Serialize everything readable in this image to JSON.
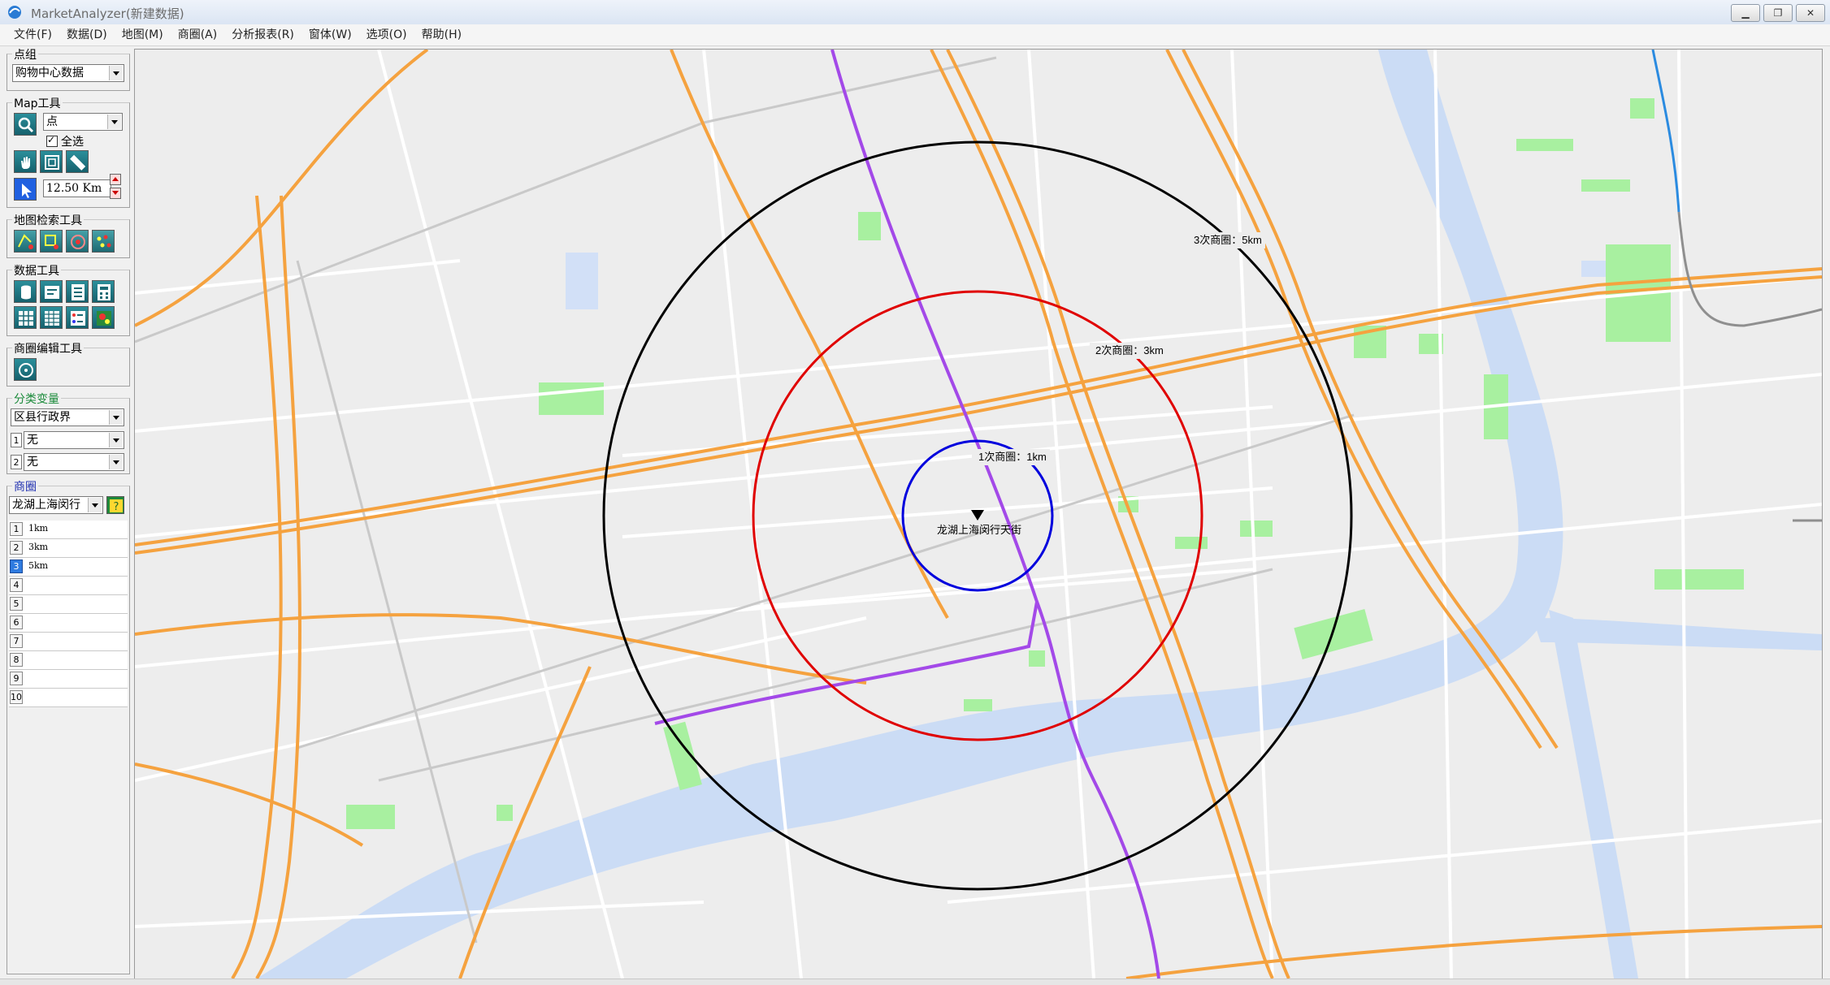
{
  "window": {
    "title": "MarketAnalyzer(新建数据)"
  },
  "menu": [
    "文件(F)",
    "数据(D)",
    "地图(M)",
    "商圈(A)",
    "分析报表(R)",
    "窗体(W)",
    "选项(O)",
    "帮助(H)"
  ],
  "panel": {
    "point_group": {
      "title": "点组",
      "selected": "购物中心数据"
    },
    "map_tools": {
      "title": "Map工具",
      "layer_selected": "点",
      "select_all_label": "全选",
      "select_all_checked": true,
      "scale_value": "12.50 Km"
    },
    "map_search_tools": {
      "title": "地图检索工具"
    },
    "data_tools": {
      "title": "数据工具"
    },
    "trade_area_edit_tools": {
      "title": "商圈编辑工具"
    },
    "category_var": {
      "title": "分类变量",
      "selected": "区县行政界",
      "var1_index": "1",
      "var1": "无",
      "var2_index": "2",
      "var2": "无"
    },
    "trade_area": {
      "title": "商圈",
      "selected": "龙湖上海闵行",
      "rings": [
        {
          "index": "1",
          "value": "1km"
        },
        {
          "index": "2",
          "value": "3km"
        },
        {
          "index": "3",
          "value": "5km"
        },
        {
          "index": "4",
          "value": ""
        },
        {
          "index": "5",
          "value": ""
        },
        {
          "index": "6",
          "value": ""
        },
        {
          "index": "7",
          "value": ""
        },
        {
          "index": "8",
          "value": ""
        },
        {
          "index": "9",
          "value": ""
        },
        {
          "index": "10",
          "value": ""
        }
      ],
      "selected_ring_index": "3"
    }
  },
  "map": {
    "store_label": "龙湖上海闵行天街",
    "ring_labels": {
      "primary": "1次商圈：1km",
      "secondary": "2次商圈：3km",
      "tertiary": "3次商圈：5km"
    },
    "colors": {
      "primary_ring": "#0000dd",
      "secondary_ring": "#e00000",
      "tertiary_ring": "#000000",
      "road_major": "#f5a23f",
      "metro": "#a349e8",
      "water": "#cbdcf5",
      "park": "#a8f0a0"
    }
  }
}
